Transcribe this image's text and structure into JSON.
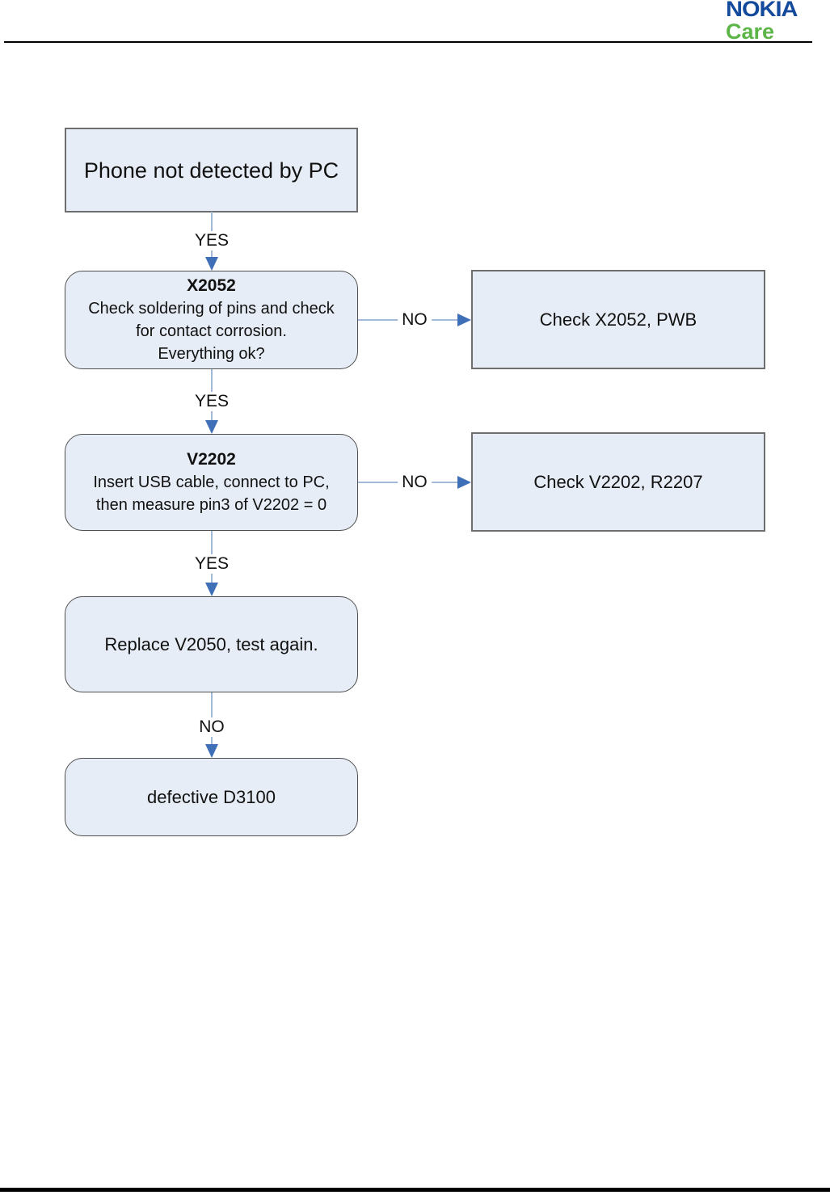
{
  "header": {
    "logo_primary": "NOKIA",
    "logo_secondary": "Care",
    "brand_blue": "#134a9b",
    "brand_green": "#5cb647"
  },
  "flowchart": {
    "nodes": {
      "start": {
        "text": "Phone not detected by PC"
      },
      "x2052": {
        "title": "X2052",
        "line1": "Check soldering of pins and check",
        "line2": "for contact corrosion.",
        "line3": "Everything ok?"
      },
      "check_x2052": {
        "text": "Check X2052, PWB"
      },
      "v2202": {
        "title": "V2202",
        "line1": "Insert USB cable, connect to PC,",
        "line2": "then measure pin3 of V2202 = 0"
      },
      "check_v2202": {
        "text": "Check V2202, R2207"
      },
      "replace_v2050": {
        "text": "Replace V2050, test again."
      },
      "defective_d3100": {
        "text": "defective D3100"
      }
    },
    "labels": {
      "yes1": "YES",
      "yes2": "YES",
      "yes3": "YES",
      "no_down": "NO",
      "no_right1": "NO",
      "no_right2": "NO"
    },
    "colors": {
      "node_fill": "#e7edf6",
      "rect_border": "#6e6e6e",
      "round_border": "#4f4f4f",
      "connector_line": "#a3b9da",
      "arrowhead": "#3e6fb7"
    }
  }
}
